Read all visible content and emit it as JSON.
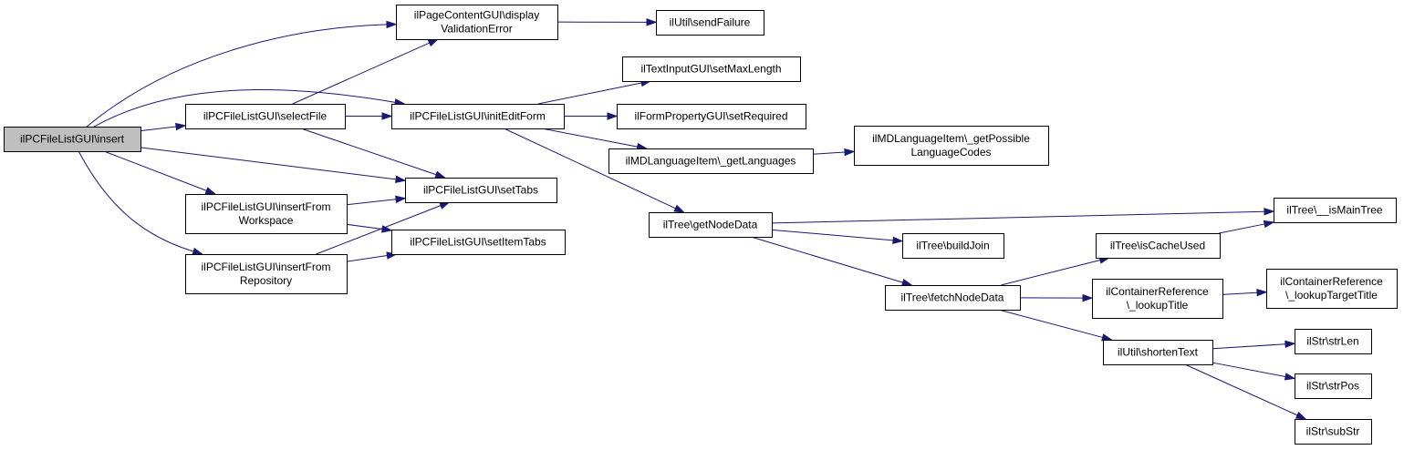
{
  "diagram": {
    "edge_color": "#191970",
    "root_fill": "#bfbfbf",
    "node_fill": "#ffffff",
    "nodes": [
      {
        "id": "insert",
        "lines": [
          "ilPCFileListGUI\\insert"
        ],
        "root": true
      },
      {
        "id": "displayValidationError",
        "lines": [
          "ilPageContentGUI\\display",
          "ValidationError"
        ]
      },
      {
        "id": "sendFailure",
        "lines": [
          "ilUtil\\sendFailure"
        ]
      },
      {
        "id": "selectFile",
        "lines": [
          "ilPCFileListGUI\\selectFile"
        ]
      },
      {
        "id": "initEditForm",
        "lines": [
          "ilPCFileListGUI\\initEditForm"
        ]
      },
      {
        "id": "setMaxLength",
        "lines": [
          "ilTextInputGUI\\setMaxLength"
        ]
      },
      {
        "id": "setRequired",
        "lines": [
          "ilFormPropertyGUI\\setRequired"
        ]
      },
      {
        "id": "getLanguages",
        "lines": [
          "ilMDLanguageItem\\_getLanguages"
        ]
      },
      {
        "id": "getPossibleLanguageCodes",
        "lines": [
          "ilMDLanguageItem\\_getPossible",
          "LanguageCodes"
        ]
      },
      {
        "id": "setTabs",
        "lines": [
          "ilPCFileListGUI\\setTabs"
        ]
      },
      {
        "id": "insertFromWorkspace",
        "lines": [
          "ilPCFileListGUI\\insertFrom",
          "Workspace"
        ]
      },
      {
        "id": "setItemTabs",
        "lines": [
          "ilPCFileListGUI\\setItemTabs"
        ]
      },
      {
        "id": "insertFromRepository",
        "lines": [
          "ilPCFileListGUI\\insertFrom",
          "Repository"
        ]
      },
      {
        "id": "getNodeData",
        "lines": [
          "ilTree\\getNodeData"
        ]
      },
      {
        "id": "isMainTree",
        "lines": [
          "ilTree\\__isMainTree"
        ]
      },
      {
        "id": "buildJoin",
        "lines": [
          "ilTree\\buildJoin"
        ]
      },
      {
        "id": "isCacheUsed",
        "lines": [
          "ilTree\\isCacheUsed"
        ]
      },
      {
        "id": "fetchNodeData",
        "lines": [
          "ilTree\\fetchNodeData"
        ]
      },
      {
        "id": "lookupTitle",
        "lines": [
          "ilContainerReference",
          "\\_lookupTitle"
        ]
      },
      {
        "id": "lookupTargetTitle",
        "lines": [
          "ilContainerReference",
          "\\_lookupTargetTitle"
        ]
      },
      {
        "id": "shortenText",
        "lines": [
          "ilUtil\\shortenText"
        ]
      },
      {
        "id": "strLen",
        "lines": [
          "ilStr\\strLen"
        ]
      },
      {
        "id": "strPos",
        "lines": [
          "ilStr\\strPos"
        ]
      },
      {
        "id": "subStr",
        "lines": [
          "ilStr\\subStr"
        ]
      }
    ],
    "edges": [
      {
        "from": "insert",
        "to": "displayValidationError"
      },
      {
        "from": "insert",
        "to": "initEditForm"
      },
      {
        "from": "insert",
        "to": "selectFile"
      },
      {
        "from": "insert",
        "to": "setTabs"
      },
      {
        "from": "insert",
        "to": "insertFromWorkspace"
      },
      {
        "from": "insert",
        "to": "insertFromRepository"
      },
      {
        "from": "displayValidationError",
        "to": "sendFailure"
      },
      {
        "from": "selectFile",
        "to": "displayValidationError"
      },
      {
        "from": "selectFile",
        "to": "initEditForm"
      },
      {
        "from": "selectFile",
        "to": "setTabs"
      },
      {
        "from": "initEditForm",
        "to": "setMaxLength"
      },
      {
        "from": "initEditForm",
        "to": "setRequired"
      },
      {
        "from": "initEditForm",
        "to": "getLanguages"
      },
      {
        "from": "initEditForm",
        "to": "getNodeData"
      },
      {
        "from": "getLanguages",
        "to": "getPossibleLanguageCodes"
      },
      {
        "from": "insertFromWorkspace",
        "to": "setTabs"
      },
      {
        "from": "insertFromWorkspace",
        "to": "setItemTabs"
      },
      {
        "from": "insertFromRepository",
        "to": "setTabs"
      },
      {
        "from": "insertFromRepository",
        "to": "setItemTabs"
      },
      {
        "from": "getNodeData",
        "to": "isMainTree"
      },
      {
        "from": "getNodeData",
        "to": "buildJoin"
      },
      {
        "from": "getNodeData",
        "to": "fetchNodeData"
      },
      {
        "from": "fetchNodeData",
        "to": "isCacheUsed"
      },
      {
        "from": "fetchNodeData",
        "to": "lookupTitle"
      },
      {
        "from": "fetchNodeData",
        "to": "shortenText"
      },
      {
        "from": "isCacheUsed",
        "to": "isMainTree"
      },
      {
        "from": "lookupTitle",
        "to": "lookupTargetTitle"
      },
      {
        "from": "shortenText",
        "to": "strLen"
      },
      {
        "from": "shortenText",
        "to": "strPos"
      },
      {
        "from": "shortenText",
        "to": "subStr"
      }
    ]
  }
}
